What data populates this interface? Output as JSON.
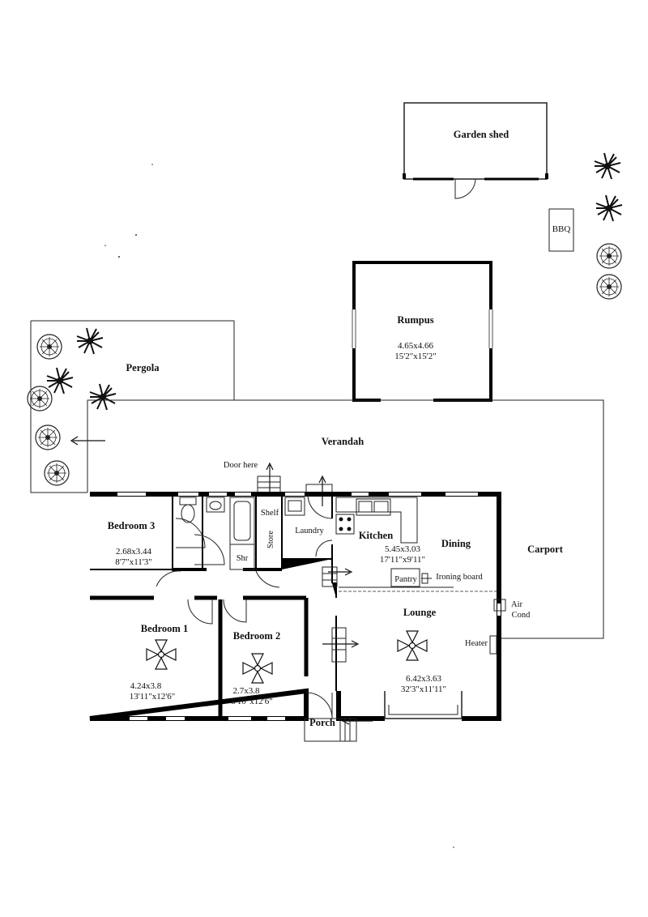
{
  "title": "House floor plan",
  "outbuildings": {
    "garden_shed": "Garden shed",
    "bbq": "BBQ",
    "rumpus": {
      "name": "Rumpus",
      "metric": "4.65x4.66",
      "imperial": "15'2\"x15'2\""
    },
    "pergola": "Pergola",
    "verandah": "Verandah",
    "carport": "Carport"
  },
  "rooms": {
    "bedroom3": {
      "name": "Bedroom 3",
      "metric": "2.68x3.44",
      "imperial": "8'7\"x11'3\""
    },
    "bedroom1": {
      "name": "Bedroom 1",
      "metric": "4.24x3.8",
      "imperial": "13'11\"x12'6\""
    },
    "bedroom2": {
      "name": "Bedroom 2",
      "metric": "2.7x3.8",
      "imperial": "8'10\"x12'6\""
    },
    "kitchen": {
      "name": "Kitchen",
      "metric": "5.45x3.03",
      "imperial": "17'11\"x9'11\""
    },
    "dining": {
      "name": "Dining"
    },
    "lounge": {
      "name": "Lounge",
      "metric": "6.42x3.63",
      "imperial": "32'3\"x11'11\""
    },
    "laundry": "Laundry",
    "shelf": "Shelf",
    "store": "Store",
    "shower": "Shr",
    "pantry": "Pantry",
    "porch": "Porch"
  },
  "annotations": {
    "door_here": "Door here",
    "ironing_board": "Ironing board",
    "air_cond_line1": "Air",
    "air_cond_line2": "Cond",
    "heater": "Heater"
  }
}
